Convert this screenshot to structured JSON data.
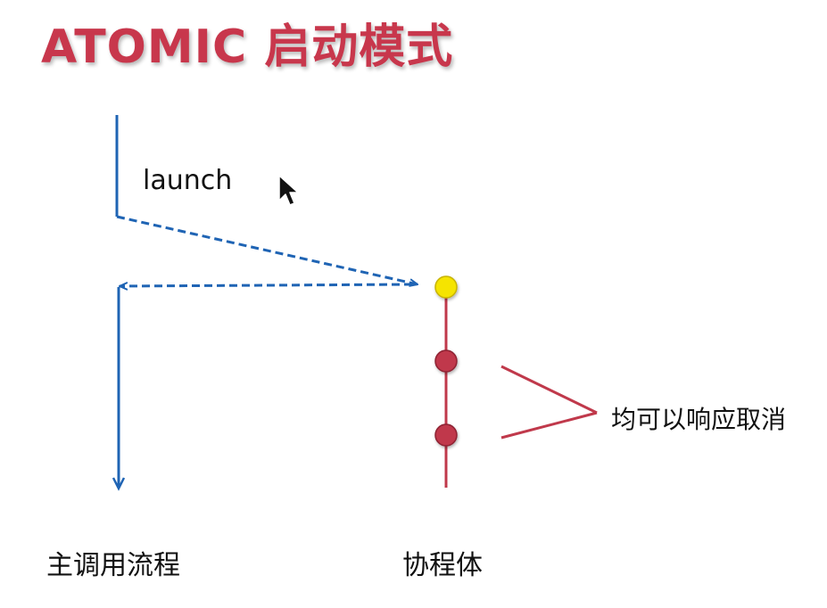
{
  "title": "ATOMIC 启动模式",
  "labels": {
    "launch": "launch",
    "cancel_note": "均可以响应取消",
    "main_flow": "主调用流程",
    "coroutine_body": "协程体"
  },
  "colors": {
    "title": "#c8374c",
    "main_flow_line": "#1f64b4",
    "coroutine_line": "#c0394b",
    "start_node": "#f5e400",
    "suspend_node": "#c0394b"
  },
  "icons": [
    "mouse-cursor-icon"
  ]
}
